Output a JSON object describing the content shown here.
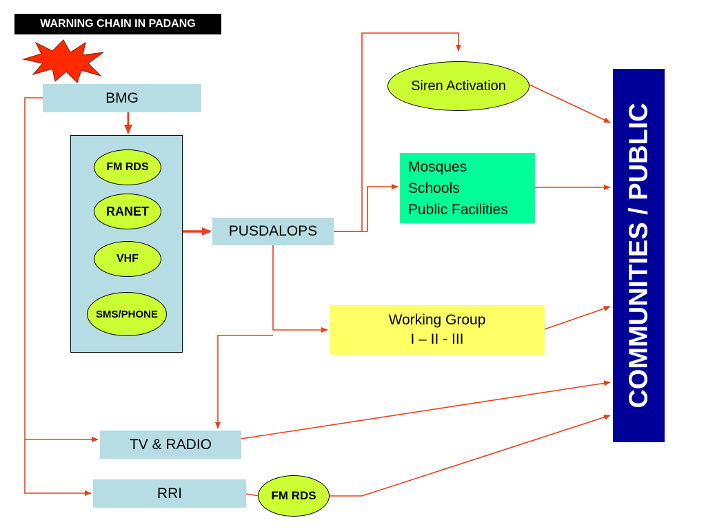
{
  "title": "WARNING CHAIN IN PADANG",
  "nodes": {
    "bmg": "BMG",
    "channels": [
      "FM RDS",
      "RANET",
      "VHF",
      "SMS/PHONE"
    ],
    "pusdalops": "PUSDALOPS",
    "siren": "Siren Activation",
    "mosques": [
      "Mosques",
      "Schools",
      "Public Facilities"
    ],
    "working_group": [
      "Working Group",
      "I – II - III"
    ],
    "tv_radio": "TV & RADIO",
    "rri": "RRI",
    "fm_rds_rri": "FM RDS",
    "communities": "COMMUNITIES / PUBLIC"
  },
  "colors": {
    "connector": "#e8401c",
    "light_blue": "#b7dde4",
    "ellipse_green": "#ccff33",
    "mosque_green": "#00ff99",
    "working_yellow": "#ffff66",
    "public_navy": "#000099",
    "burst_red": "#ff2a00"
  }
}
